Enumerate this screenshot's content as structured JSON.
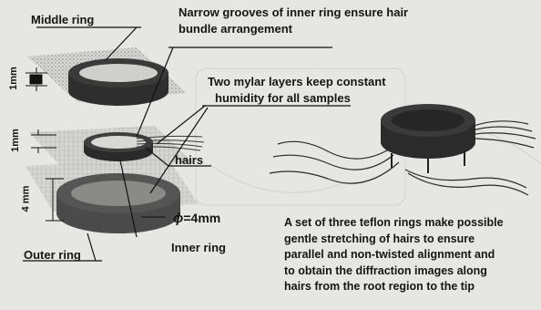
{
  "labels": {
    "middle_ring": "Middle ring",
    "outer_ring": "Outer ring",
    "inner_ring": "Inner ring",
    "hairs": "hairs",
    "grooves_line1": "Narrow  grooves of inner ring ensure hair",
    "grooves_line2": "bundle arrangement",
    "mylar_line1": "Two mylar layers keep constant",
    "mylar_line2": "humidity for all samples",
    "diameter_symbol": "ϕ",
    "diameter_value": "=4mm",
    "dim_1mm_top": "1mm",
    "dim_1mm_mid": "1mm",
    "dim_4mm": "4 mm"
  },
  "description_lines": [
    "A set of three teflon rings make possible",
    "gentle  stretching of hairs to ensure",
    "parallel and non-twisted alignment and",
    "to obtain the diffraction images  along",
    "hairs  from  the root region to the tip"
  ]
}
